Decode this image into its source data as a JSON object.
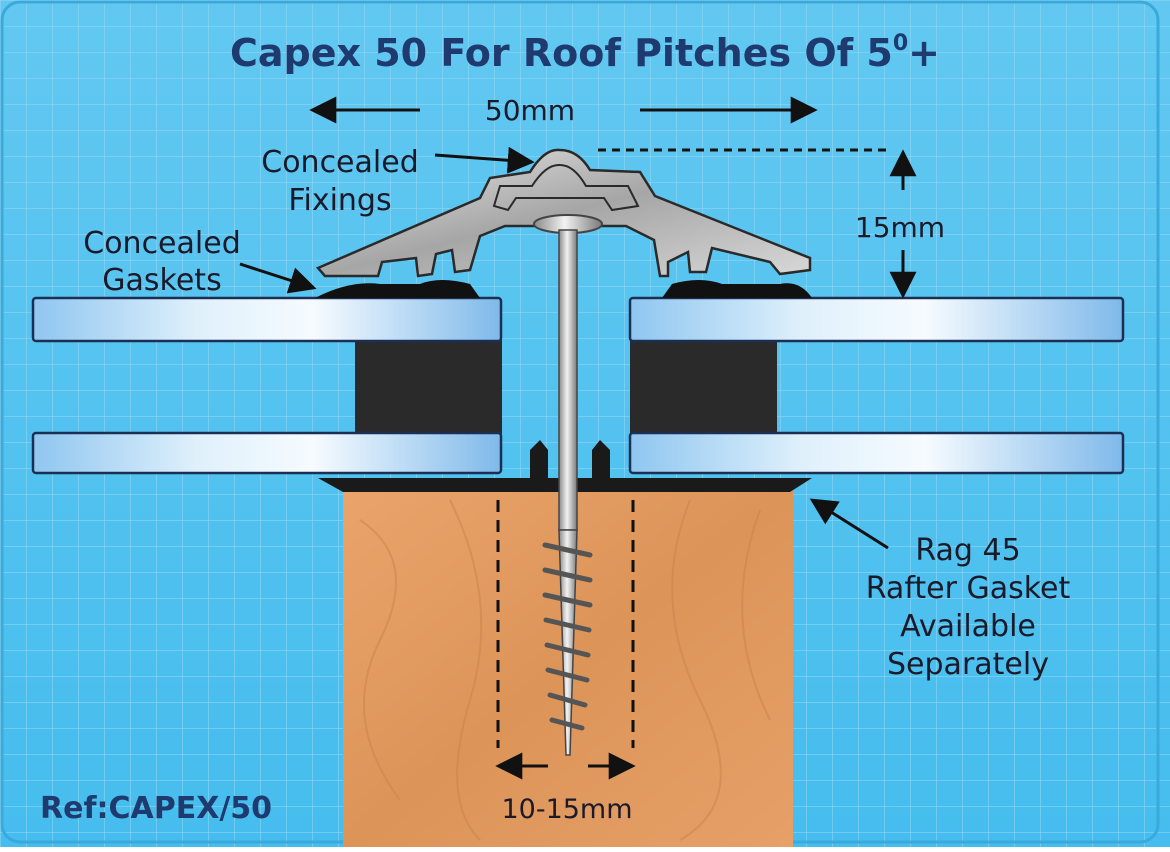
{
  "title": {
    "main": "Capex 50 For Roof Pitches Of 5",
    "degree": "0",
    "suffix": "+"
  },
  "dimensions": {
    "width_label": "50mm",
    "height_label": "15mm",
    "fixing_range_label": "10-15mm"
  },
  "callouts": {
    "concealed_fixings": [
      "Concealed",
      "Fixings"
    ],
    "concealed_gaskets": [
      "Concealed",
      "Gaskets"
    ],
    "rafter_gasket": [
      "Rag 45",
      "Rafter Gasket",
      "Available",
      "Separately"
    ]
  },
  "reference": "Ref:CAPEX/50",
  "colors": {
    "background": "#5bc6f0",
    "grid": "#9ad9f4",
    "title_text": "#1e3a6e",
    "label_text": "#1a1a2a",
    "timber": "#e09a64",
    "foam": "#2a2a2a",
    "gasket": "#1a1a1a",
    "aluminium": "#b8b8b8"
  }
}
